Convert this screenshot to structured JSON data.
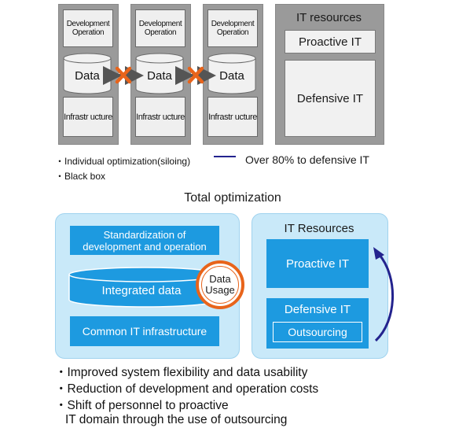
{
  "silos": [
    {
      "top_label": "Development Operation",
      "data_label": "Data",
      "bottom_label": "Infrastr ucture"
    },
    {
      "top_label": "Development Operation",
      "data_label": "Data",
      "bottom_label": "Infrastr ucture"
    },
    {
      "top_label": "Development Operation",
      "data_label": "Data",
      "bottom_label": "Infrastr ucture"
    }
  ],
  "it_resources_before": {
    "title": "IT resources",
    "proactive": "Proactive IT",
    "defensive": "Defensive IT"
  },
  "notes_before": [
    "・Individual optimization(siloing)",
    "・Black box"
  ],
  "defensive_share_note": "Over 80% to defensive IT",
  "transition_label": "Total optimization",
  "optimized": {
    "standardization": "Standardization of development and operation",
    "integrated_data": "Integrated data",
    "data_usage": "Data Usage",
    "common_infra": "Common IT infrastructure"
  },
  "it_resources_after": {
    "title": "IT Resources",
    "proactive": "Proactive IT",
    "defensive": "Defensive IT",
    "outsourcing": "Outsourcing"
  },
  "benefits": [
    "・Improved system flexibility and data usability",
    "・Reduction of development and operation costs",
    "・Shift of personnel to proactive",
    "IT domain through the use of outsourcing"
  ],
  "colors": {
    "silo_gray": "#9a9a9a",
    "panel_blue": "#c9e9f9",
    "box_blue": "#1d9ae0",
    "cross_orange": "#e8641b",
    "arrow_navy": "#23238e",
    "ring_orange": "#e8641b"
  }
}
